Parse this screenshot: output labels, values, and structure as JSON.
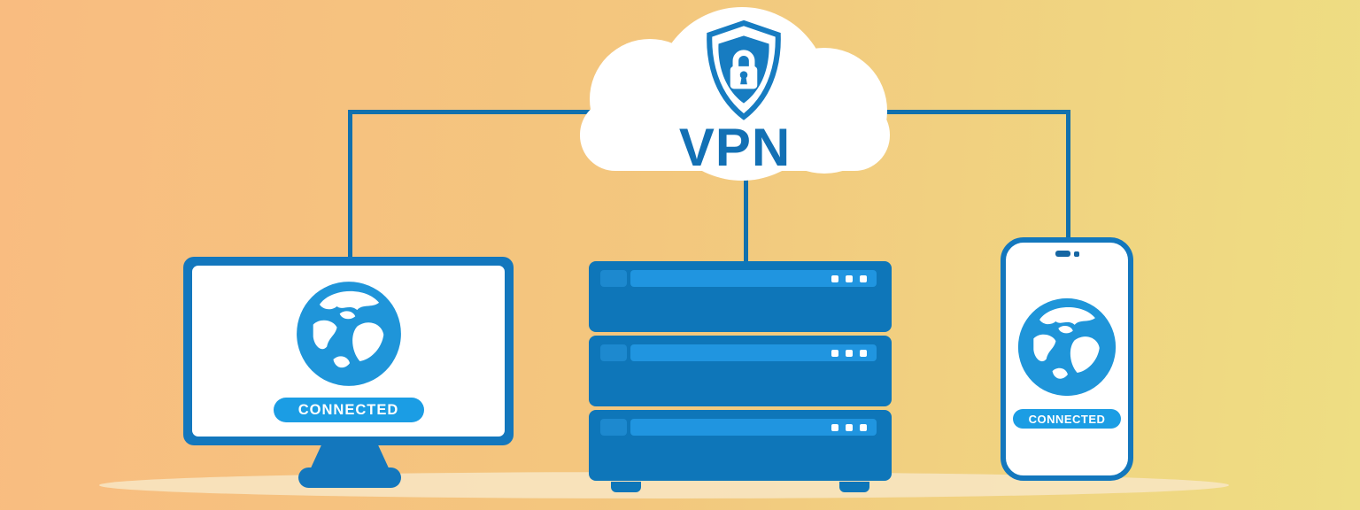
{
  "title": "VPN network illustration",
  "cloud": {
    "label": "VPN",
    "icon": "shield-lock"
  },
  "devices": {
    "desktop": {
      "name": "desktop-computer",
      "icon": "globe",
      "status_label": "CONNECTED"
    },
    "server": {
      "name": "vpn-server-rack",
      "unit_count": 3,
      "indicator_dots_per_unit": 3
    },
    "mobile": {
      "name": "smartphone",
      "icon": "globe",
      "status_label": "CONNECTED"
    }
  },
  "colors": {
    "background_left": "#f9bc80",
    "background_mid": "#f3c77e",
    "background_right": "#eede83",
    "ground": "#f8e6c4",
    "cloud": "#ffffff",
    "line": "#1170ad",
    "vpn_text": "#1270b4",
    "shield": "#177cc1",
    "device_frame": "#1377bd",
    "server_body": "#0e76b9",
    "server_bar": "#2095e0",
    "server_bar_left": "#1d89cf",
    "globe": "#1f95d9",
    "badge": "#1b9de4",
    "notch": "#1566a3"
  }
}
